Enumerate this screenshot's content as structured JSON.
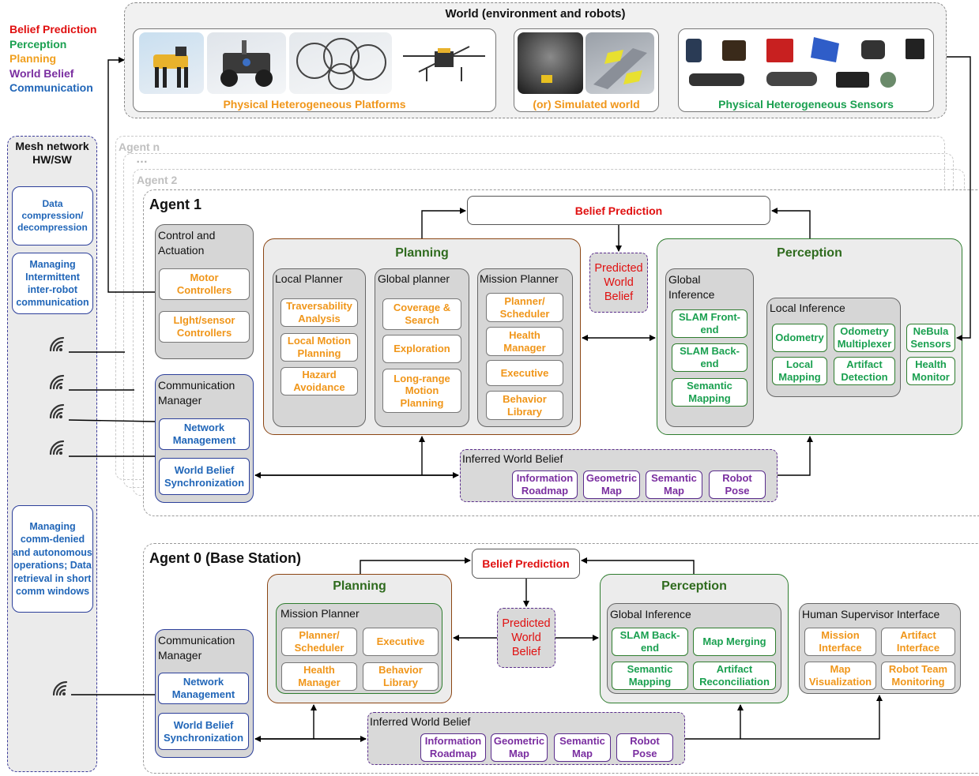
{
  "legend": {
    "belief_prediction": "Belief Prediction",
    "perception": "Perception",
    "planning": "Planning",
    "world_belief": "World Belief",
    "communication": "Communication"
  },
  "world": {
    "title": "World (environment and robots)",
    "platforms_label": "Physical Heterogeneous Platforms",
    "simulated_label": "(or) Simulated world",
    "sensors_label": "Physical Heterogeneous Sensors"
  },
  "mesh": {
    "title": "Mesh network HW/SW",
    "items": [
      "Data compression/ decompression",
      "Managing Intermittent inter-robot communication",
      "Managing comm-denied and autonomous operations; Data retrieval in short comm windows"
    ]
  },
  "agents": {
    "agent_n": "Agent n",
    "ellipsis": "…",
    "agent_2": "Agent 2"
  },
  "agent1": {
    "title": "Agent 1",
    "belief_prediction": "Belief Prediction",
    "predicted_world_belief": "Predicted World Belief",
    "control": {
      "title": "Control and Actuation",
      "items": [
        "Motor Controllers",
        "LIght/sensor Controllers"
      ]
    },
    "comm": {
      "title": "Communication Manager",
      "items": [
        "Network Management",
        "World Belief Synchronization"
      ]
    },
    "planning": {
      "title": "Planning",
      "local": {
        "title": "Local Planner",
        "items": [
          "Traversability Analysis",
          "Local Motion Planning",
          "Hazard Avoidance"
        ]
      },
      "global": {
        "title": "Global planner",
        "items": [
          "Coverage & Search",
          "Exploration",
          "Long-range Motion Planning"
        ]
      },
      "mission": {
        "title": "Mission Planner",
        "items": [
          "Planner/ Scheduler",
          "Health Manager",
          "Executive",
          "Behavior Library"
        ]
      }
    },
    "perception": {
      "title": "Perception",
      "global": {
        "title": "Global Inference",
        "items": [
          "SLAM Front-end",
          "SLAM Back-end",
          "Semantic Mapping"
        ]
      },
      "local": {
        "title": "Local Inference",
        "items": [
          "Odometry",
          "Odometry Multiplexer",
          "Local Mapping",
          "Artifact Detection"
        ]
      },
      "extra": [
        "NeBula Sensors",
        "Health Monitor"
      ]
    },
    "world_belief": {
      "title": "Inferred World Belief",
      "items": [
        "Information Roadmap",
        "Geometric Map",
        "Semantic Map",
        "Robot Pose"
      ]
    }
  },
  "agent0": {
    "title": "Agent 0 (Base Station)",
    "belief_prediction": "Belief Prediction",
    "predicted_world_belief": "Predicted World Belief",
    "comm": {
      "title": "Communication Manager",
      "items": [
        "Network Management",
        "World Belief Synchronization"
      ]
    },
    "planning": {
      "title": "Planning",
      "mission": {
        "title": "Mission Planner",
        "items": [
          "Planner/ Scheduler",
          "Executive",
          "Health Manager",
          "Behavior Library"
        ]
      }
    },
    "perception": {
      "title": "Perception",
      "global": {
        "title": "Global Inference",
        "items": [
          "SLAM Back-end",
          "Map Merging",
          "Semantic Mapping",
          "Artifact Reconciliation"
        ]
      }
    },
    "human": {
      "title": "Human Supervisor Interface",
      "items": [
        "Mission Interface",
        "Artifact Interface",
        "Map Visualization",
        "Robot Team Monitoring"
      ]
    },
    "world_belief": {
      "title": "Inferred World Belief",
      "items": [
        "Information Roadmap",
        "Geometric Map",
        "Semantic Map",
        "Robot Pose"
      ]
    }
  },
  "colors": {
    "belief": "#e01010",
    "perception": "#1aa050",
    "planning": "#f0961a",
    "world_belief": "#7a2ea0",
    "communication": "#2166b8"
  }
}
